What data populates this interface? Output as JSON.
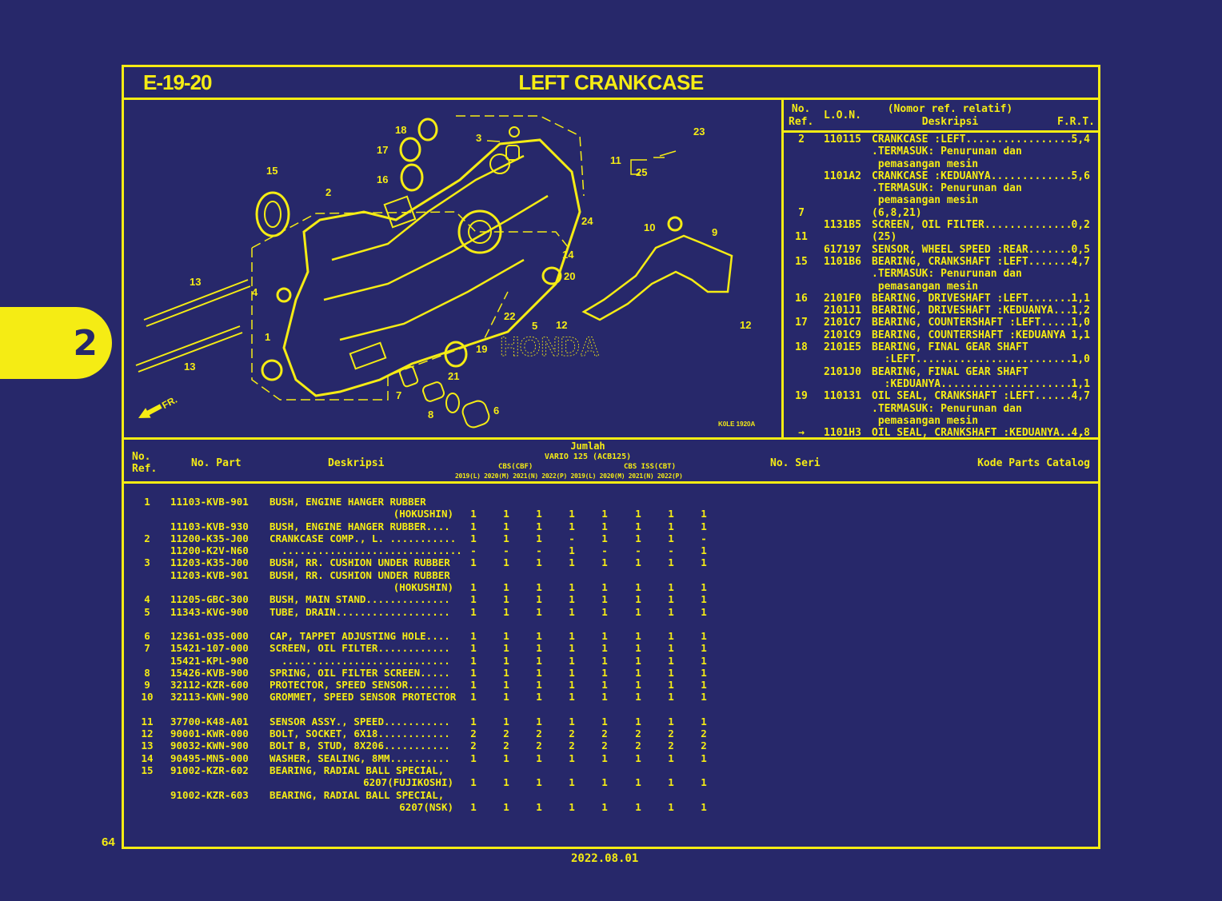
{
  "section_tab": {
    "label": "2",
    "color": "#f5ec14"
  },
  "colors": {
    "background": "#27286a",
    "accent": "#f5ec14"
  },
  "header": {
    "code": "E-19-20",
    "title": "LEFT CRANKCASE"
  },
  "diagram": {
    "image_code": "K0LE 1920A",
    "front_arrow_label": "FR.",
    "watermark": "HONDA",
    "callouts": [
      "1",
      "2",
      "3",
      "4",
      "5",
      "6",
      "7",
      "8",
      "9",
      "10",
      "11",
      "12",
      "12",
      "13",
      "13",
      "14",
      "15",
      "16",
      "17",
      "18",
      "19",
      "20",
      "21",
      "22",
      "23",
      "24",
      "25"
    ]
  },
  "frt_table": {
    "headers": {
      "ref": "No.\nRef.",
      "lon": "L.O.N.",
      "desc_top": "(Nomor ref. relatif)",
      "desc": "Deskripsi",
      "frt": "F.R.T."
    },
    "rows": [
      {
        "ref": "2",
        "lon": "110115",
        "desc": "CRANKCASE :LEFT..................",
        "frt": "5,4"
      },
      {
        "ref": "",
        "lon": "",
        "desc": ".TERMASUK: Penurunan dan",
        "frt": ""
      },
      {
        "ref": "",
        "lon": "",
        "desc": " pemasangan mesin",
        "frt": ""
      },
      {
        "ref": "",
        "lon": "1101A2",
        "desc": "CRANKCASE :KEDUANYA.............",
        "frt": "5,6"
      },
      {
        "ref": "",
        "lon": "",
        "desc": ".TERMASUK: Penurunan dan",
        "frt": ""
      },
      {
        "ref": "",
        "lon": "",
        "desc": " pemasangan mesin",
        "frt": ""
      },
      {
        "ref": "7",
        "lon": "",
        "desc": "(6,8,21)",
        "frt": ""
      },
      {
        "ref": "",
        "lon": "1131B5",
        "desc": "SCREEN, OIL FILTER..............",
        "frt": "0,2"
      },
      {
        "ref": "11",
        "lon": "",
        "desc": "(25)",
        "frt": ""
      },
      {
        "ref": "",
        "lon": "617197",
        "desc": "SENSOR, WHEEL SPEED :REAR.......",
        "frt": "0,5"
      },
      {
        "ref": "15",
        "lon": "1101B6",
        "desc": "BEARING, CRANKSHAFT :LEFT.......",
        "frt": "4,7"
      },
      {
        "ref": "",
        "lon": "",
        "desc": ".TERMASUK: Penurunan dan",
        "frt": ""
      },
      {
        "ref": "",
        "lon": "",
        "desc": " pemasangan mesin",
        "frt": ""
      },
      {
        "ref": "16",
        "lon": "2101F0",
        "desc": "BEARING, DRIVESHAFT :LEFT.......",
        "frt": "1,1"
      },
      {
        "ref": "",
        "lon": "2101J1",
        "desc": "BEARING, DRIVESHAFT :KEDUANYA....",
        "frt": "1,2"
      },
      {
        "ref": "17",
        "lon": "2101C7",
        "desc": "BEARING, COUNTERSHAFT :LEFT.....",
        "frt": "1,0"
      },
      {
        "ref": "",
        "lon": "2101C9",
        "desc": "BEARING, COUNTERSHAFT :KEDUANYA ...",
        "frt": "1,1"
      },
      {
        "ref": "18",
        "lon": "2101E5",
        "desc": "BEARING, FINAL GEAR SHAFT",
        "frt": ""
      },
      {
        "ref": "",
        "lon": "",
        "desc": "  :LEFT..........................",
        "frt": "1,0"
      },
      {
        "ref": "",
        "lon": "2101J0",
        "desc": "BEARING, FINAL GEAR SHAFT",
        "frt": ""
      },
      {
        "ref": "",
        "lon": "",
        "desc": "  :KEDUANYA......................",
        "frt": "1,1"
      },
      {
        "ref": "19",
        "lon": "110131",
        "desc": "OIL SEAL, CRANKSHAFT :LEFT......",
        "frt": "4,7"
      },
      {
        "ref": "",
        "lon": "",
        "desc": ".TERMASUK: Penurunan dan",
        "frt": ""
      },
      {
        "ref": "",
        "lon": "",
        "desc": " pemasangan mesin",
        "frt": ""
      },
      {
        "ref": "→",
        "lon": "1101H3",
        "desc": "OIL SEAL, CRANKSHAFT :KEDUANYA....",
        "frt": "4,8"
      }
    ]
  },
  "parts_table": {
    "headers": {
      "ref": "No.\nRef.",
      "part_no": "No. Part",
      "desc": "Deskripsi",
      "jumlah": "Jumlah",
      "model": "VARIO 125 (ACB125)",
      "group1": "CBS(CBF)",
      "group2": "CBS ISS(CBT)",
      "years": "2019(L) 2020(M) 2021(N) 2022(P) 2019(L) 2020(M) 2021(N) 2022(P)",
      "serial": "No. Seri",
      "catalog": "Kode Parts Catalog"
    },
    "rows": [
      {
        "ref": "1",
        "part": "11103-KVB-901",
        "desc": "BUSH, ENGINE HANGER RUBBER",
        "qty": []
      },
      {
        "ref": "",
        "part": "",
        "desc": "(HOKUSHIN)",
        "right": true,
        "qty": [
          "1",
          "1",
          "1",
          "1",
          "1",
          "1",
          "1",
          "1"
        ]
      },
      {
        "ref": "",
        "part": "11103-KVB-930",
        "desc": "BUSH, ENGINE HANGER RUBBER....",
        "qty": [
          "1",
          "1",
          "1",
          "1",
          "1",
          "1",
          "1",
          "1"
        ]
      },
      {
        "ref": "2",
        "part": "11200-K35-J00",
        "desc": "CRANKCASE COMP., L. ...........",
        "qty": [
          "1",
          "1",
          "1",
          "-",
          "1",
          "1",
          "1",
          "-"
        ]
      },
      {
        "ref": "",
        "part": "11200-K2V-N60",
        "desc": "  ..............................",
        "qty": [
          "-",
          "-",
          "-",
          "1",
          "-",
          "-",
          "-",
          "1"
        ]
      },
      {
        "ref": "3",
        "part": "11203-K35-J00",
        "desc": "BUSH, RR. CUSHION UNDER RUBBER",
        "qty": [
          "1",
          "1",
          "1",
          "1",
          "1",
          "1",
          "1",
          "1"
        ]
      },
      {
        "ref": "",
        "part": "11203-KVB-901",
        "desc": "BUSH, RR. CUSHION UNDER RUBBER",
        "qty": []
      },
      {
        "ref": "",
        "part": "",
        "desc": "(HOKUSHIN)",
        "right": true,
        "qty": [
          "1",
          "1",
          "1",
          "1",
          "1",
          "1",
          "1",
          "1"
        ]
      },
      {
        "ref": "4",
        "part": "11205-GBC-300",
        "desc": "BUSH, MAIN STAND..............",
        "qty": [
          "1",
          "1",
          "1",
          "1",
          "1",
          "1",
          "1",
          "1"
        ]
      },
      {
        "ref": "5",
        "part": "11343-KVG-900",
        "desc": "TUBE, DRAIN...................",
        "qty": [
          "1",
          "1",
          "1",
          "1",
          "1",
          "1",
          "1",
          "1"
        ]
      },
      {
        "ref": "6",
        "part": "12361-035-000",
        "desc": "CAP, TAPPET ADJUSTING HOLE....",
        "qty": [
          "1",
          "1",
          "1",
          "1",
          "1",
          "1",
          "1",
          "1"
        ],
        "gap": true
      },
      {
        "ref": "7",
        "part": "15421-107-000",
        "desc": "SCREEN, OIL FILTER............",
        "qty": [
          "1",
          "1",
          "1",
          "1",
          "1",
          "1",
          "1",
          "1"
        ]
      },
      {
        "ref": "",
        "part": "15421-KPL-900",
        "desc": "  ............................",
        "qty": [
          "1",
          "1",
          "1",
          "1",
          "1",
          "1",
          "1",
          "1"
        ]
      },
      {
        "ref": "8",
        "part": "15426-KVB-900",
        "desc": "SPRING, OIL FILTER SCREEN.....",
        "qty": [
          "1",
          "1",
          "1",
          "1",
          "1",
          "1",
          "1",
          "1"
        ]
      },
      {
        "ref": "9",
        "part": "32112-KZR-600",
        "desc": "PROTECTOR, SPEED SENSOR.......",
        "qty": [
          "1",
          "1",
          "1",
          "1",
          "1",
          "1",
          "1",
          "1"
        ]
      },
      {
        "ref": "10",
        "part": "32113-KWN-900",
        "desc": "GROMMET, SPEED SENSOR PROTECTOR",
        "qty": [
          "1",
          "1",
          "1",
          "1",
          "1",
          "1",
          "1",
          "1"
        ]
      },
      {
        "ref": "11",
        "part": "37700-K48-A01",
        "desc": "SENSOR ASSY., SPEED...........",
        "qty": [
          "1",
          "1",
          "1",
          "1",
          "1",
          "1",
          "1",
          "1"
        ],
        "gap": true
      },
      {
        "ref": "12",
        "part": "90001-KWR-000",
        "desc": "BOLT, SOCKET, 6X18............",
        "qty": [
          "2",
          "2",
          "2",
          "2",
          "2",
          "2",
          "2",
          "2"
        ]
      },
      {
        "ref": "13",
        "part": "90032-KWN-900",
        "desc": "BOLT B, STUD, 8X206...........",
        "qty": [
          "2",
          "2",
          "2",
          "2",
          "2",
          "2",
          "2",
          "2"
        ]
      },
      {
        "ref": "14",
        "part": "90495-MN5-000",
        "desc": "WASHER, SEALING, 8MM..........",
        "qty": [
          "1",
          "1",
          "1",
          "1",
          "1",
          "1",
          "1",
          "1"
        ]
      },
      {
        "ref": "15",
        "part": "91002-KZR-602",
        "desc": "BEARING, RADIAL BALL SPECIAL,",
        "qty": []
      },
      {
        "ref": "",
        "part": "",
        "desc": "6207(FUJIKOSHI)",
        "right": true,
        "qty": [
          "1",
          "1",
          "1",
          "1",
          "1",
          "1",
          "1",
          "1"
        ]
      },
      {
        "ref": "",
        "part": "91002-KZR-603",
        "desc": "BEARING, RADIAL BALL SPECIAL,",
        "qty": []
      },
      {
        "ref": "",
        "part": "",
        "desc": "6207(NSK)",
        "right": true,
        "qty": [
          "1",
          "1",
          "1",
          "1",
          "1",
          "1",
          "1",
          "1"
        ]
      }
    ]
  },
  "footer": {
    "page_number": "64",
    "date": "2022.08.01"
  }
}
